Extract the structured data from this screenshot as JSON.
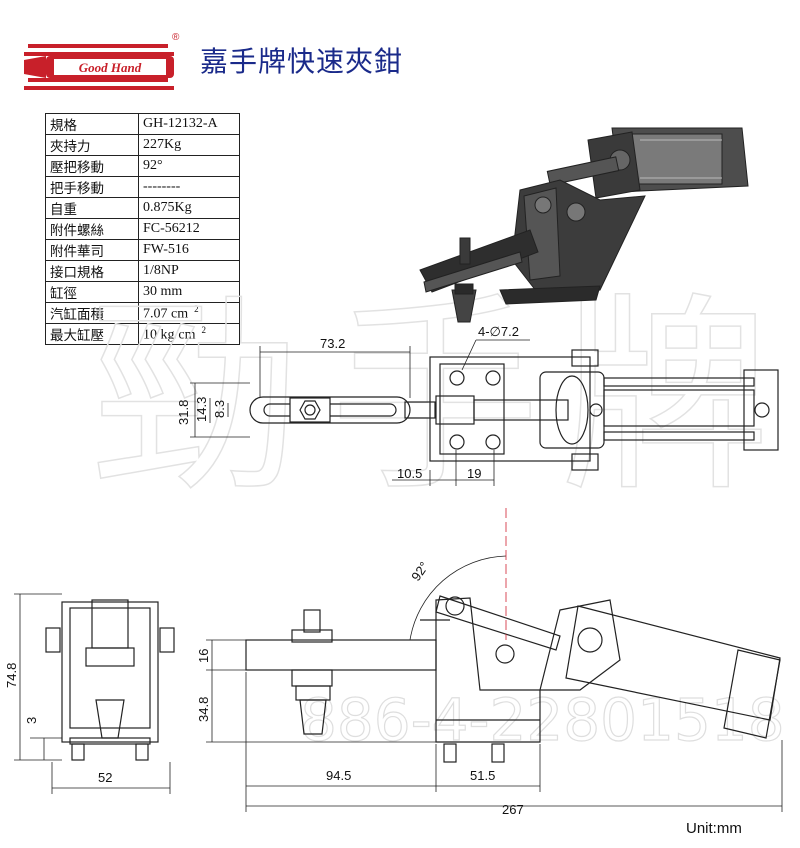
{
  "logo_text": "Good Hand",
  "logo_mark": "®",
  "title": "嘉手牌快速夾鉗",
  "specs": [
    {
      "label": "規格",
      "value": "GH-12132-A"
    },
    {
      "label": "夾持力",
      "value": "227Kg"
    },
    {
      "label": "壓把移動",
      "value": "92°"
    },
    {
      "label": "把手移動",
      "value": "--------"
    },
    {
      "label": "自重",
      "value": "0.875Kg"
    },
    {
      "label": "附件螺絲",
      "value": "FC-56212"
    },
    {
      "label": "附件華司",
      "value": "FW-516"
    },
    {
      "label": "接口規格",
      "value": "1/8NP"
    },
    {
      "label": "缸徑",
      "value": "30 mm"
    },
    {
      "label": "汽缸面積",
      "value": "7.07 cm",
      "sup": "2"
    },
    {
      "label": "最大缸壓",
      "value": "10 kg/cm",
      "sup": "2"
    }
  ],
  "dims": {
    "d73": "73.2",
    "hole": "4-∅7.2",
    "d318": "31.8",
    "d143": "14.3",
    "d83": "8.3",
    "d105": "10.5",
    "d19": "19",
    "angle": "92°",
    "d748": "74.8",
    "d3": "3",
    "d52": "52",
    "d16": "16",
    "d348": "34.8",
    "d945": "94.5",
    "d515": "51.5",
    "d267": "267"
  },
  "watermark_phone": "886-4-22801518",
  "unit": "Unit:mm"
}
